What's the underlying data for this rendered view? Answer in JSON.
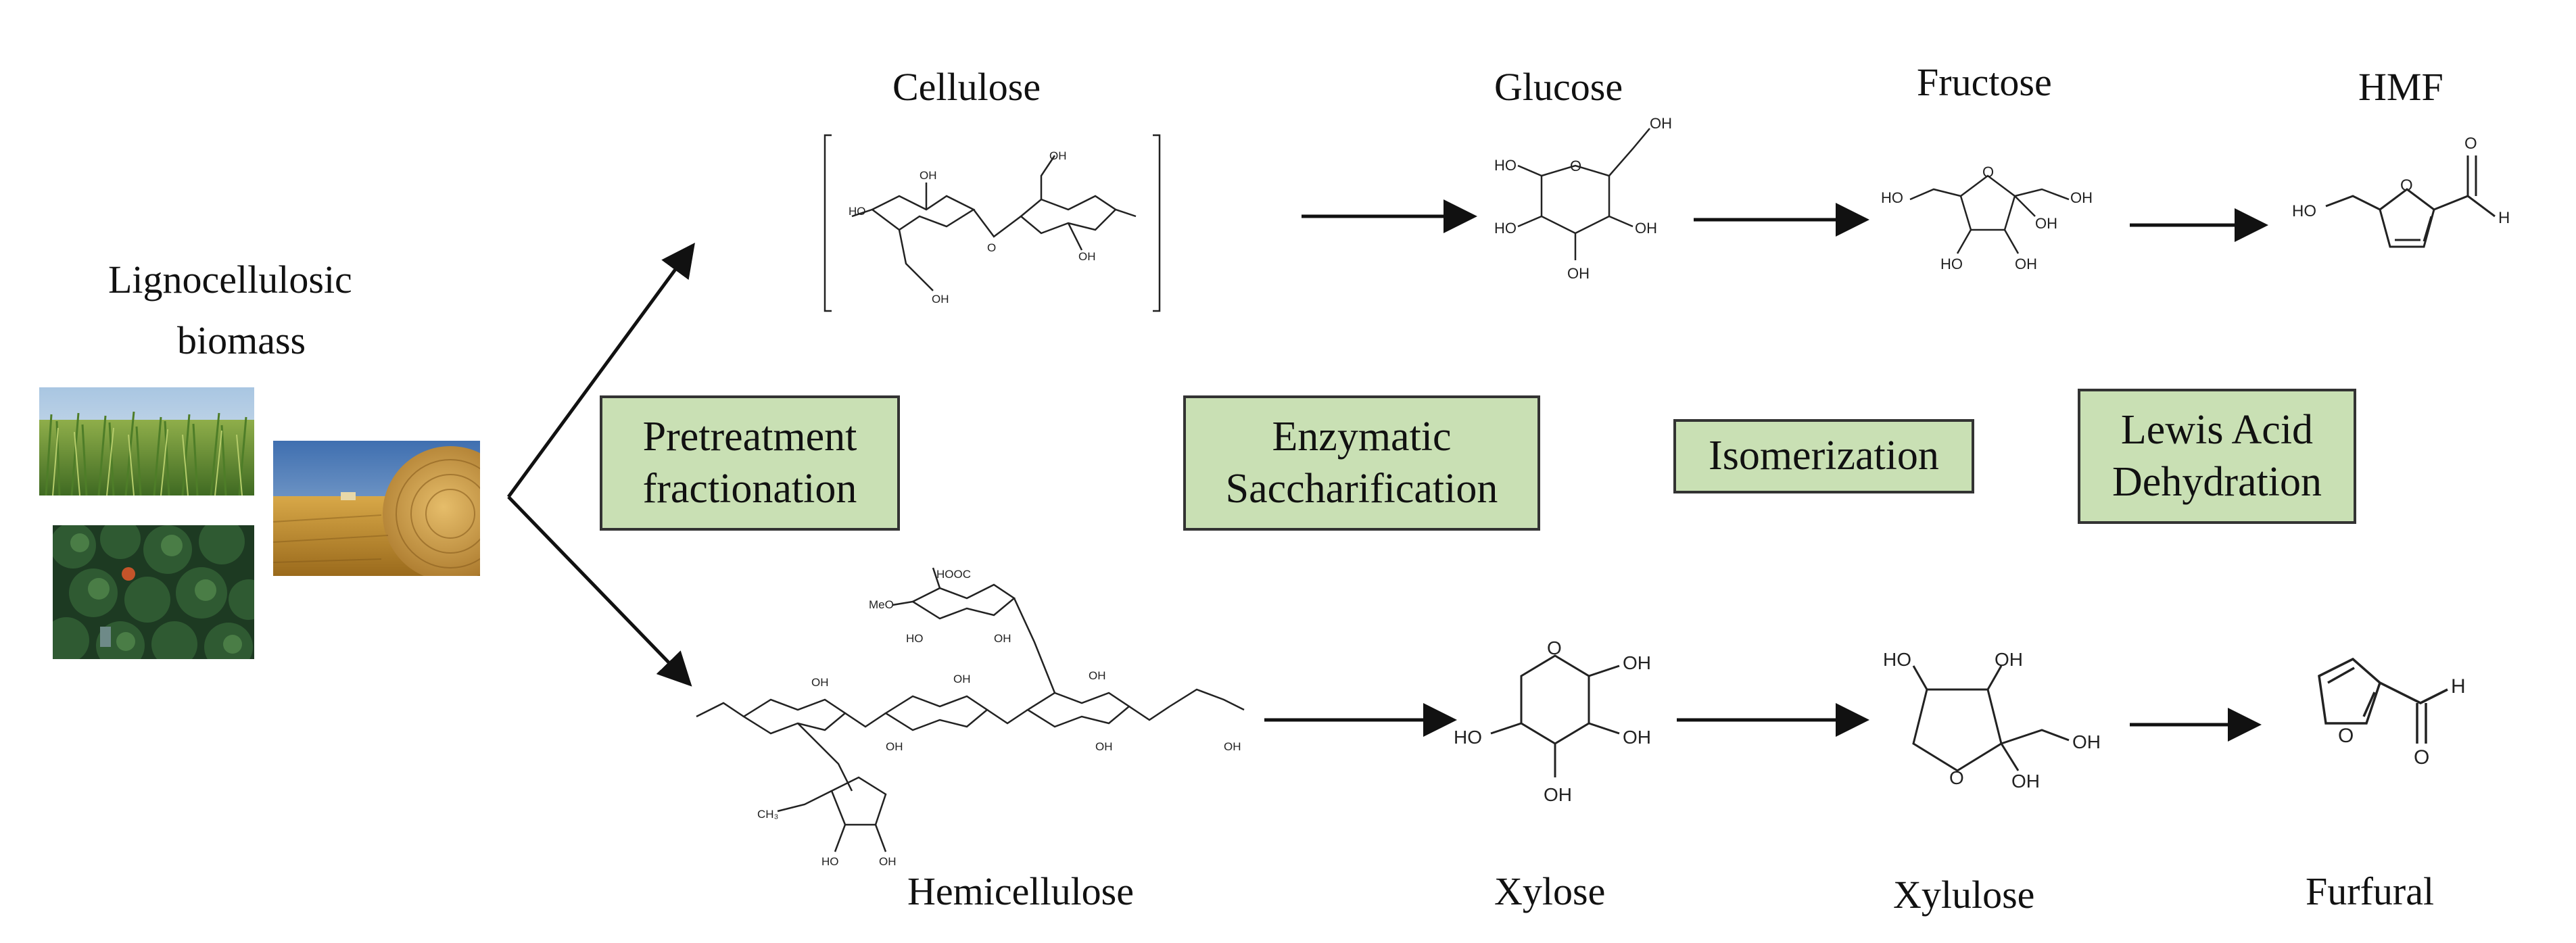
{
  "source": {
    "label_line1": "Lignocellulosic",
    "label_line2": "biomass",
    "photos": [
      "grass-field-photo",
      "hay-bale-photo",
      "forest-canopy-photo"
    ]
  },
  "steps": [
    {
      "line1": "Pretreatment",
      "line2": "fractionation"
    },
    {
      "line1": "Enzymatic",
      "line2": "Saccharification"
    },
    {
      "line1": "Isomerization",
      "line2": ""
    },
    {
      "line1": "Lewis Acid",
      "line2": "Dehydration"
    }
  ],
  "top_pathway": {
    "polymer": "Cellulose",
    "monomer": "Glucose",
    "isomer": "Fructose",
    "product": "HMF"
  },
  "bottom_pathway": {
    "polymer": "Hemicellulose",
    "monomer": "Xylose",
    "isomer": "Xylulose",
    "product": "Furfural"
  },
  "atom_labels": {
    "OH": "OH",
    "HO": "HO",
    "O": "O",
    "H": "H",
    "HOOC": "HOOC",
    "MeO": "MeO",
    "CH3": "CH₃"
  },
  "colors": {
    "step_fill": "#c9e0b4",
    "step_border": "#333333",
    "line": "#111111"
  }
}
